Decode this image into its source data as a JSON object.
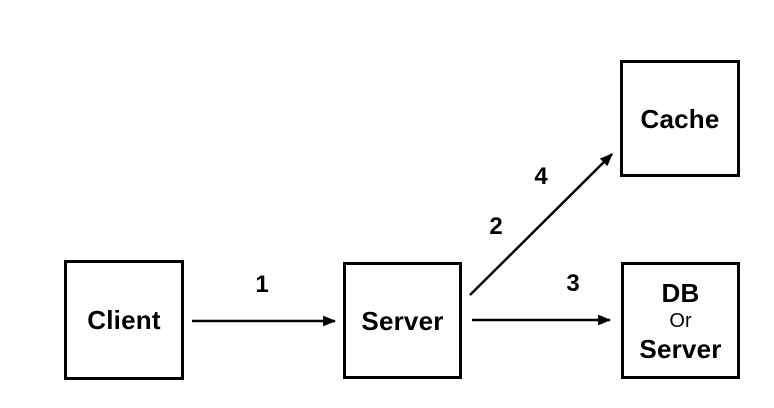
{
  "diagram": {
    "background_color": "#ffffff",
    "stroke_color": "#000000",
    "nodes": [
      {
        "id": "client",
        "label": "Client"
      },
      {
        "id": "server",
        "label": "Server"
      },
      {
        "id": "cache",
        "label": "Cache"
      },
      {
        "id": "db-or-server",
        "lines": [
          "DB",
          "Or",
          "Server"
        ]
      }
    ],
    "edges": [
      {
        "label": "1",
        "from": "Client",
        "to": "Server"
      },
      {
        "label": "2",
        "from": "Server",
        "to": "Cache"
      },
      {
        "label": "4",
        "from": "Server",
        "to": "Cache"
      },
      {
        "label": "3",
        "from": "Server",
        "to": "DB Or Server"
      }
    ]
  }
}
